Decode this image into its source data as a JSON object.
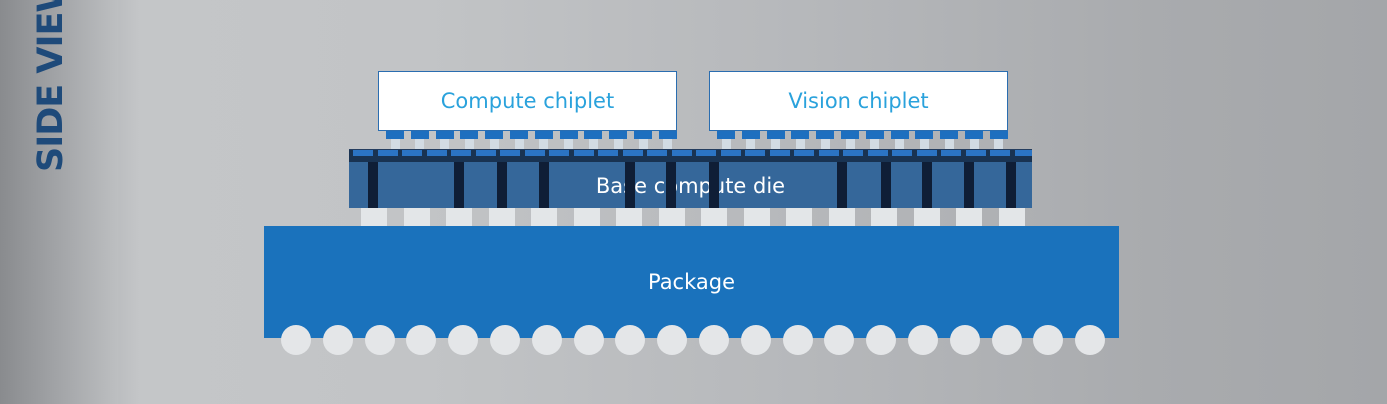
{
  "view_label": "SIDE VIEW",
  "chiplets": [
    {
      "label": "Compute chiplet"
    },
    {
      "label": "Vision chiplet"
    }
  ],
  "base_die": {
    "label": "Base compute die"
  },
  "package": {
    "label": "Package"
  },
  "colors": {
    "background": "#c2c4c6",
    "view_label": "#1e4a7a",
    "chiplet_fill": "#ffffff",
    "chiplet_text": "#2aa2dc",
    "base_die": "#35679a",
    "package": "#1a72bc",
    "bump": "#1e6fbf",
    "solder_ball": "#e4e6e8"
  }
}
